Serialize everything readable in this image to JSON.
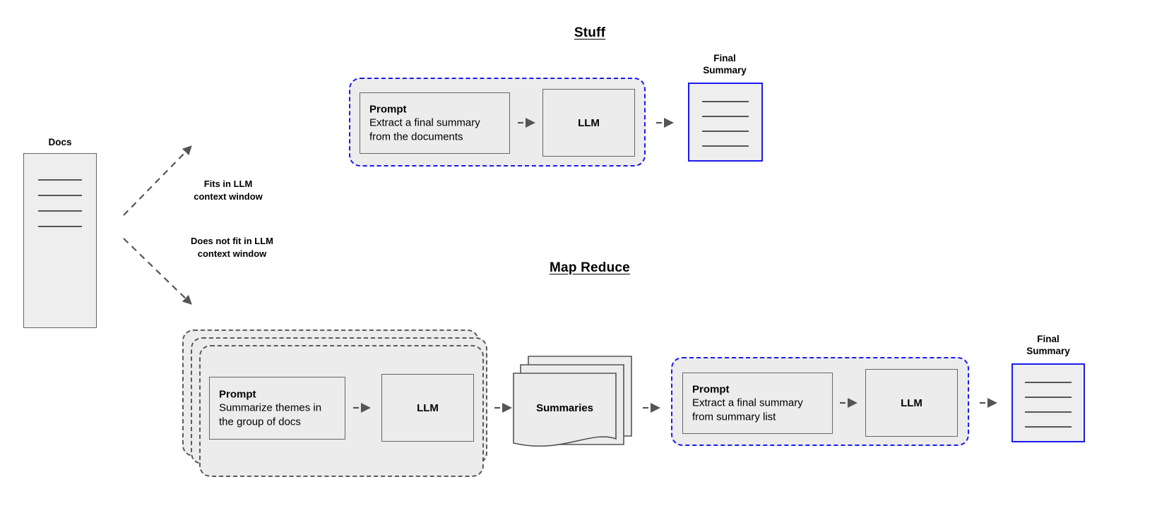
{
  "diagram": {
    "title_stuff": "Stuff",
    "title_map_reduce": "Map Reduce",
    "docs_label": "Docs",
    "edge_fits": "Fits in LLM\ncontext window",
    "edge_fits_line1": "Fits in LLM",
    "edge_fits_line2": "context window",
    "edge_nofit_line1": "Does not fit in LLM",
    "edge_nofit_line2": "context window",
    "final_summary_line1": "Final",
    "final_summary_line2": "Summary",
    "summaries_label": "Summaries",
    "prompt_title": "Prompt",
    "stuff_prompt_line1": "Extract a final summary",
    "stuff_prompt_line2": "from the documents",
    "map_prompt_line1": "Summarize themes in",
    "map_prompt_line2": "the group of docs",
    "reduce_prompt_line1": "Extract a final summary",
    "reduce_prompt_line2": "from summary list",
    "llm_label": "LLM",
    "arrow_icon": "arrow-right-icon"
  },
  "colors": {
    "box_fill": "#eeeeee",
    "box_stroke": "#666666",
    "group_fill": "#ececec",
    "group_stroke_blue": "#1a1aee",
    "group_stroke_gray": "#5b5b5b",
    "arrow": "#555555",
    "text": "#000000"
  }
}
